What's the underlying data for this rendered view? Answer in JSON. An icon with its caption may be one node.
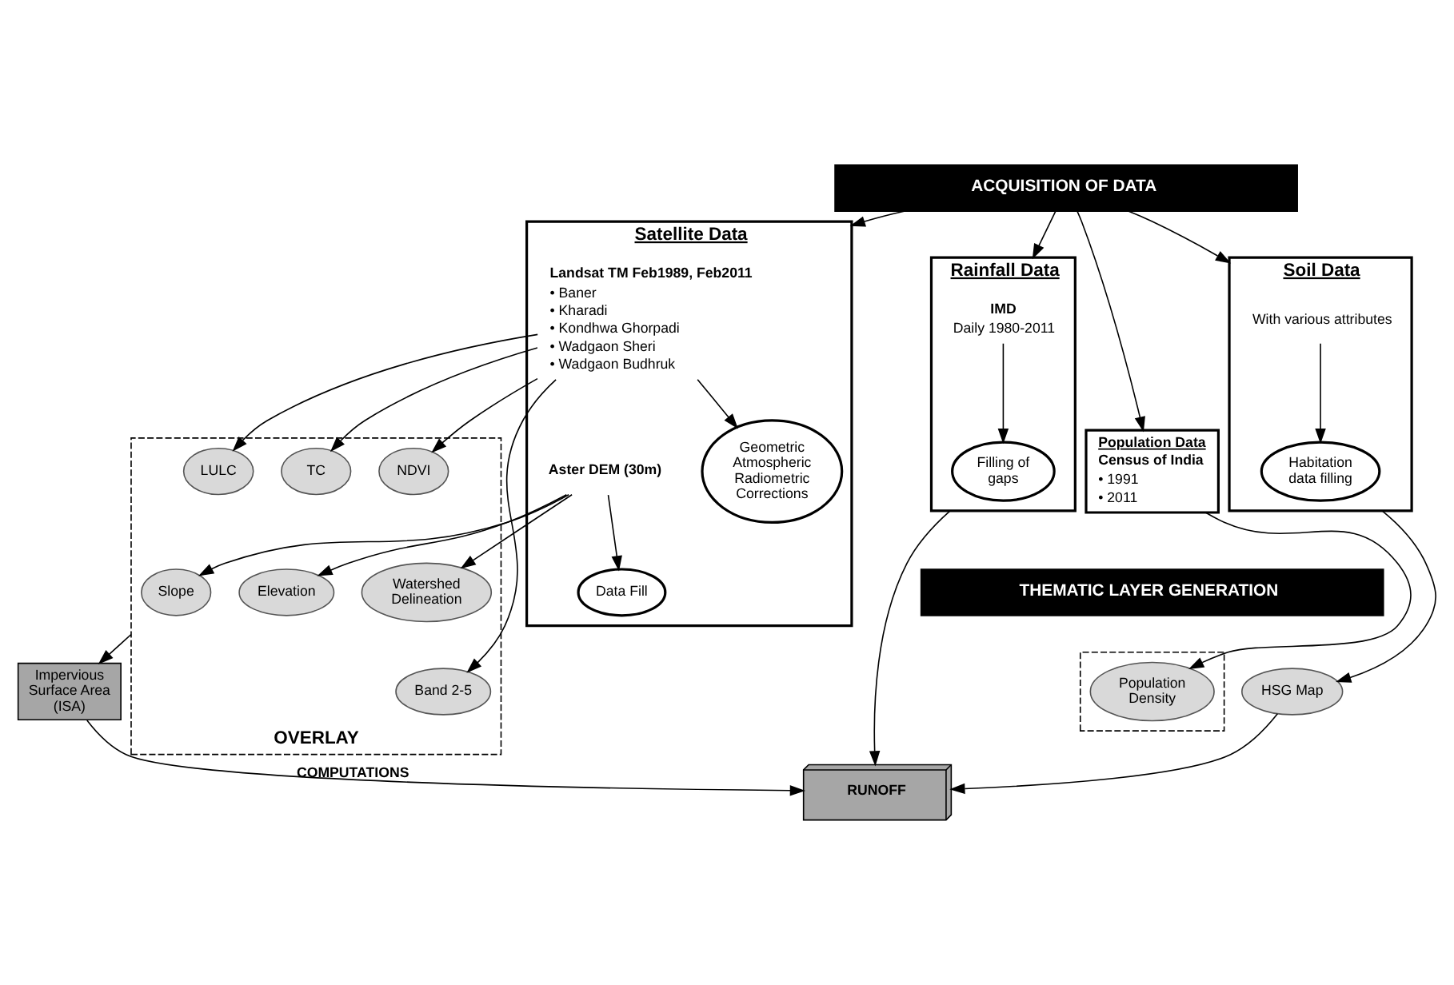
{
  "diagram": {
    "nodes": [
      {
        "text": [
          "ACQUISITION OF DATA"
        ]
      },
      {
        "text": [
          "Satellite Data"
        ]
      },
      {
        "text": [
          "Landsat TM Feb1989, Feb2011",
          "• Baner",
          "• Kharadi",
          "• Kondhwa Ghorpadi",
          "• Wadgaon Sheri",
          "• Wadgaon Budhruk"
        ],
        "in": 1
      },
      {
        "text": [
          "Geometric Atmospheric Radiometric Corrections"
        ],
        "in": 1
      },
      {
        "text": [
          "Aster DEM (30m)"
        ],
        "in": 1
      },
      {
        "text": [
          "Data Fill"
        ],
        "in": 1
      },
      {
        "text": [
          "Population Data",
          "Census of India",
          "• 1991",
          "• 2011"
        ]
      },
      {
        "text": [
          "Rainfall Data"
        ]
      },
      {
        "text": [
          "IMD",
          "Daily 1980-2011"
        ],
        "in": 7
      },
      {
        "text": [
          "Filling of gaps"
        ],
        "in": 7
      },
      {
        "text": [
          "Soil Data"
        ]
      },
      {
        "text": [
          "With various attributes"
        ],
        "in": 10
      },
      {
        "text": [
          "Habitation data filling"
        ],
        "in": 10
      },
      {
        "text": [
          "THEMATIC LAYER GENERATION"
        ]
      },
      {
        "text": [
          "OVERLAY"
        ]
      },
      {
        "text": [
          "Band 2-5"
        ],
        "in": 14
      },
      {
        "text": [
          "LULC"
        ],
        "in": 14
      },
      {
        "text": [
          "NDVI"
        ],
        "in": 14
      },
      {
        "text": [
          "TC"
        ],
        "in": 14
      },
      {
        "text": [
          "Watershed Delineation"
        ],
        "in": 14
      },
      {
        "text": [
          "Elevation"
        ],
        "in": 14
      },
      {
        "text": [
          "Slope"
        ],
        "in": 14
      },
      {
        "text": [],
        "shape": "box"
      },
      {
        "text": [
          "Population Density"
        ],
        "in": 22
      },
      {
        "text": [
          "Impervious Surface Area (ISA)"
        ]
      },
      {
        "text": [
          "HSG Map"
        ]
      },
      {
        "text": [
          "RUNOFF"
        ]
      }
    ],
    "edges": [
      {
        "from": 0,
        "to": 1,
        "arrow": "to"
      },
      {
        "from": 0,
        "to": 6,
        "arrow": "to"
      },
      {
        "from": 0,
        "to": 7,
        "arrow": "to"
      },
      {
        "from": 0,
        "to": 10,
        "arrow": "to"
      },
      {
        "from": 2,
        "to": 3,
        "arrow": "to"
      },
      {
        "from": 4,
        "to": 5,
        "arrow": "to"
      },
      {
        "from": 8,
        "to": 9,
        "arrow": "to"
      },
      {
        "from": 11,
        "to": 12,
        "arrow": "to"
      },
      {
        "from": 2,
        "to": 15,
        "arrow": "to"
      },
      {
        "from": 2,
        "to": 16,
        "arrow": "to"
      },
      {
        "from": 2,
        "to": 17,
        "arrow": "to"
      },
      {
        "from": 2,
        "to": 18,
        "arrow": "to"
      },
      {
        "from": 4,
        "to": 19,
        "arrow": "to"
      },
      {
        "from": 4,
        "to": 20,
        "arrow": "to"
      },
      {
        "from": 4,
        "to": 21,
        "arrow": "to"
      },
      {
        "from": 6,
        "to": 23,
        "arrow": "to"
      },
      {
        "from": 10,
        "to": 25,
        "arrow": "to"
      },
      {
        "from": 14,
        "to": 24,
        "arrow": "to"
      },
      {
        "from": 24,
        "to": 26,
        "label": "COMPUTATIONS",
        "arrow": "to"
      },
      {
        "from": 7,
        "to": 26,
        "arrow": "to"
      },
      {
        "from": 25,
        "to": 26,
        "arrow": "to"
      }
    ]
  }
}
